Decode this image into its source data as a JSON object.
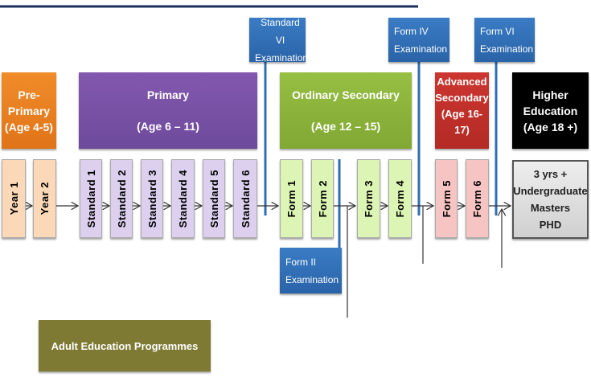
{
  "exams": {
    "std6": [
      "Standard VI",
      "Examination"
    ],
    "form4": [
      "Form IV",
      "Examination"
    ],
    "form6": [
      "Form VI",
      "Examination"
    ],
    "form2": [
      "Form II",
      "Examination"
    ]
  },
  "stages": {
    "pre_primary": [
      "Pre-",
      "Primary",
      "(Age 4-5)"
    ],
    "primary": [
      "Primary",
      "(Age 6 – 11)"
    ],
    "ordinary": [
      "Ordinary Secondary",
      "(Age 12 – 15)"
    ],
    "advanced": [
      "Advanced",
      "Secondary",
      "(Age 16-17)"
    ],
    "higher": [
      "Higher",
      "Education",
      "(Age 18 +)"
    ]
  },
  "years": [
    "Year 1",
    "Year 2"
  ],
  "standards": [
    "Standard 1",
    "Standard 2",
    "Standard 3",
    "Standard 4",
    "Standard 5",
    "Standard 6"
  ],
  "forms": [
    "Form 1",
    "Form 2",
    "Form 3",
    "Form 4",
    "Form 5",
    "Form 6"
  ],
  "higher_levels": [
    "3 yrs +",
    "Undergraduate",
    "Masters",
    "PHD"
  ],
  "adult": "Adult Education Programmes",
  "colors": {
    "exam": "#2f6db5",
    "pre": "#e8801f",
    "primary": "#7a52a5",
    "ordinary": "#8db53a",
    "advanced": "#c0302b",
    "higher": "#000000",
    "adult": "#7f7a33"
  }
}
